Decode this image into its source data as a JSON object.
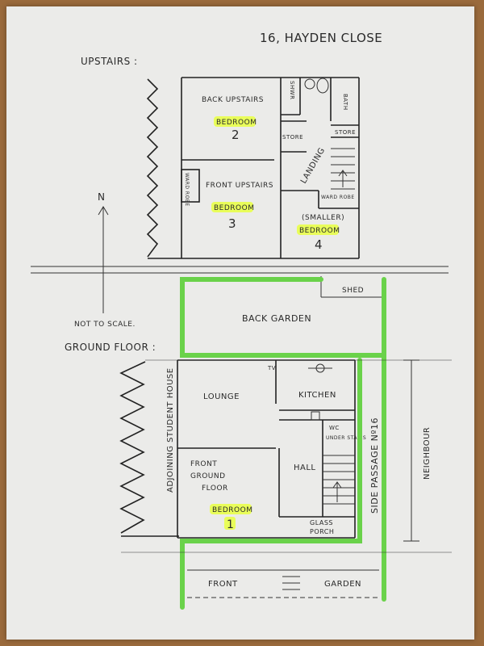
{
  "title": "16, HAYDEN CLOSE",
  "upstairs": {
    "heading": "UPSTAIRS :",
    "back_room_caption": "BACK UPSTAIRS",
    "back_room_name": "BEDROOM",
    "back_room_number": "2",
    "front_room_caption": "FRONT UPSTAIRS",
    "front_room_name": "BEDROOM",
    "front_room_number": "3",
    "smaller_caption": "(SMALLER)",
    "smaller_room_name": "BEDROOM",
    "smaller_room_number": "4",
    "shower": "SHWR",
    "bath": "BATH",
    "store_1": "STORE",
    "store_2": "STORE",
    "landing": "LANDING",
    "ward_robe_1": "WARD ROBE",
    "ward_robe_2": "WARD ROBE"
  },
  "compass": "N",
  "scale_note": "NOT TO SCALE.",
  "outdoor": {
    "shed": "SHED",
    "back_garden": "BACK GARDEN",
    "front_garden_left": "FRONT",
    "front_garden_right": "GARDEN",
    "side_passage": "SIDE PASSAGE Nº16",
    "neighbour": "NEIGHBOUR",
    "adjoining": "ADJOINING STUDENT HOUSE"
  },
  "ground": {
    "heading": "GROUND FLOOR :",
    "tv": "TV",
    "lounge": "LOUNGE",
    "kitchen": "KITCHEN",
    "wc": "WC",
    "under_stairs": "UNDER STAIRS",
    "hall": "HALL",
    "front_caption_1": "FRONT",
    "front_caption_2": "GROUND",
    "front_caption_3": "FLOOR",
    "front_room_name": "BEDROOM",
    "front_room_number": "1",
    "glass": "GLASS",
    "porch": "PORCH"
  }
}
